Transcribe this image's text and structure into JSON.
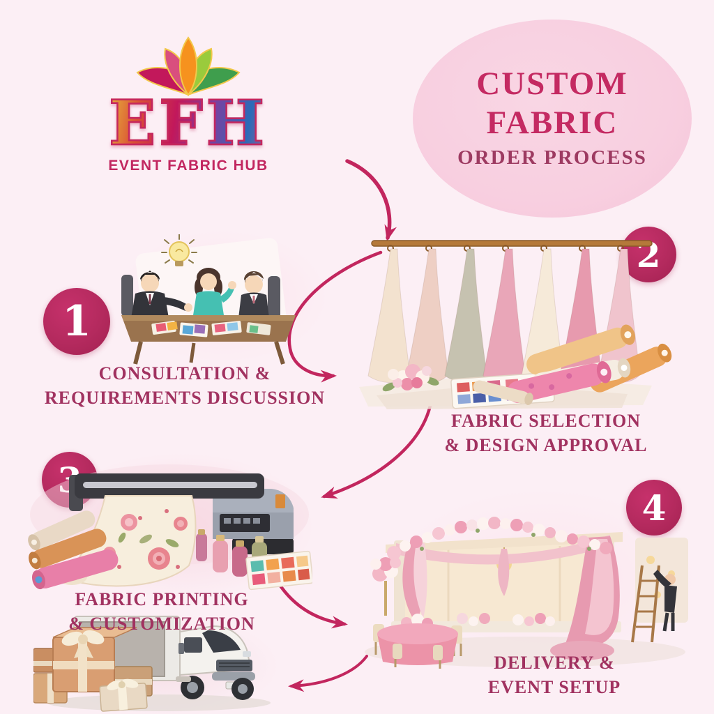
{
  "colors": {
    "background": "#fceff5",
    "accent_arrow": "#c2265e",
    "title_ellipse_bg": "#f8cfe0",
    "title_text": "#c42a62",
    "subtitle_text": "#9d3a61",
    "step_label_text": "#a13260",
    "badge_bg": "#b42a5e",
    "badge_text": "#ffffff",
    "logo_wordmark_text": "#c22760"
  },
  "logo": {
    "icon": "lotus-icon",
    "abbr": "EFH",
    "name": "EVENT FABRIC HUB"
  },
  "title": {
    "line1": "CUSTOM",
    "line2": "FABRIC",
    "line3": "ORDER PROCESS"
  },
  "steps": [
    {
      "number": "1",
      "label_line1": "CONSULTATION &",
      "label_line2": "REQUIREMENTS DISCUSSION",
      "illustration": "consultation-meeting-illustration"
    },
    {
      "number": "2",
      "label_line1": "FABRIC SELECTION",
      "label_line2": "& DESIGN APPROVAL",
      "illustration": "fabric-rack-illustration"
    },
    {
      "number": "3",
      "label_line1": "FABRIC PRINTING",
      "label_line2": "& CUSTOMIZATION",
      "illustration": "fabric-printer-illustration"
    },
    {
      "number": "4",
      "label_line1": "DELIVERY &",
      "label_line2": "EVENT SETUP",
      "illustration": "event-stage-illustration"
    }
  ],
  "decorations": {
    "delivery_van": "delivery-van-illustration",
    "arrows": [
      "arrow-title-to-step1",
      "arrow-step1-to-step2",
      "arrow-step2-to-step3",
      "arrow-step3-to-step4",
      "arrow-step4-to-van"
    ]
  }
}
